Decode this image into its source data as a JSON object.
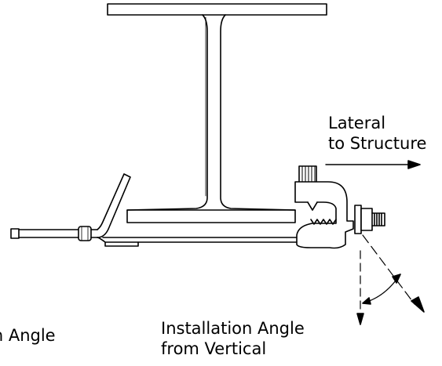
{
  "labels": {
    "lateral_line1": "Lateral",
    "lateral_line2": "to Structure",
    "install_line1": "Installation Angle",
    "install_line2": "from Vertical",
    "cut_label": "on Angle"
  },
  "colors": {
    "stroke": "#000000",
    "background": "#ffffff",
    "hardware_fill": "#f4f4f4"
  }
}
